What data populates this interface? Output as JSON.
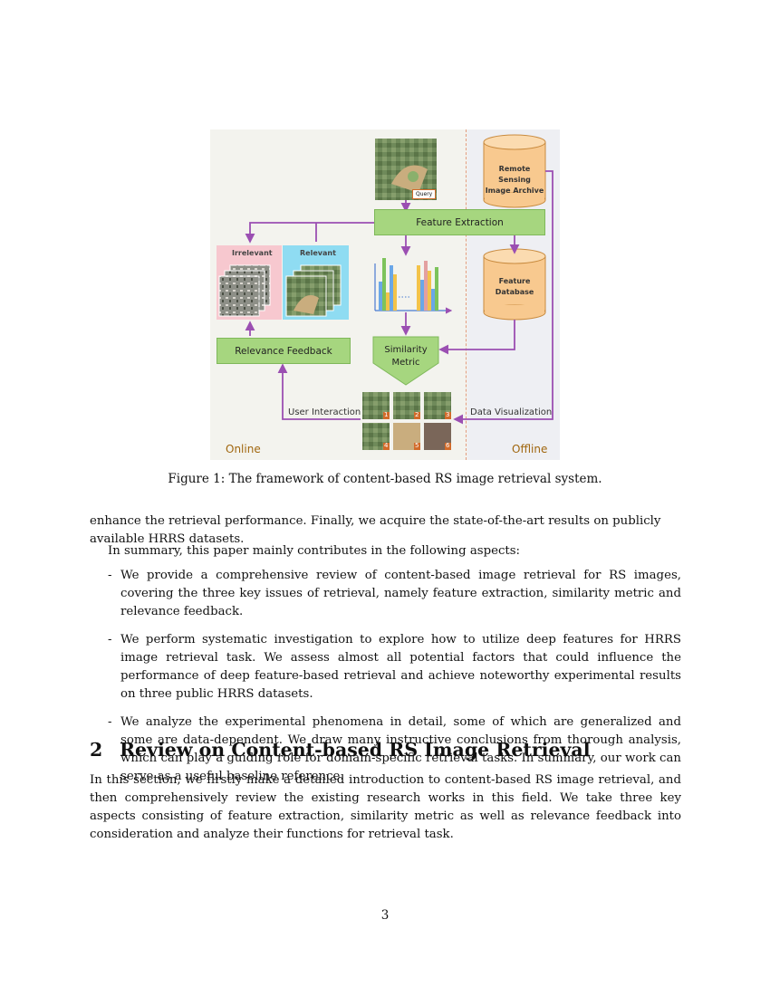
{
  "figure": {
    "query_label": "Query",
    "feature_extraction": "Feature Extraction",
    "irrelevant_label": "Irrelevant",
    "relevant_label": "Relevant",
    "relevance_feedback": "Relevance Feedback",
    "similarity_metric_line1": "Similarity",
    "similarity_metric_line2": "Metric",
    "archive_line1": "Remote Sensing",
    "archive_line2": "Image Archive",
    "feature_db_line1": "Feature",
    "feature_db_line2": "Database",
    "user_interaction": "User Interaction",
    "data_visualization": "Data Visualization",
    "online": "Online",
    "offline": "Offline",
    "result_numbers": [
      "1",
      "2",
      "3",
      "4",
      "5",
      "6"
    ],
    "colors": {
      "arrow": "#9b4fb2",
      "box": "#a6d67f",
      "cylinder": "#f8c98f",
      "irrelevant_bg": "#f7c8cf",
      "relevant_bg": "#8fdcf2",
      "label_gold": "#a0660e"
    }
  },
  "caption": "Figure 1: The framework of content-based RS image retrieval system.",
  "paragraph1": "enhance the retrieval performance. Finally, we acquire the state-of-the-art results on publicly available HRRS datasets.",
  "paragraph2": "In summary, this paper mainly contributes in the following aspects:",
  "bullets": [
    "We provide a comprehensive review of content-based image retrieval for RS images, covering the three key issues of retrieval, namely feature extraction, similarity metric and relevance feedback.",
    "We perform systematic investigation to explore how to utilize deep features for HRRS image retrieval task. We assess almost all potential factors that could influence the performance of deep feature-based retrieval and achieve noteworthy experimental results on three public HRRS datasets.",
    "We analyze the experimental phenomena in detail, some of which are generalized and some are data-dependent. We draw many instructive conclusions from thorough analysis, which can play a guiding role for domain-specific retrieval tasks. In summary, our work can serve as a useful baseline reference."
  ],
  "section": {
    "number": "2",
    "title": "Review on Content-based RS Image Retrieval"
  },
  "paragraph3": "In this section, we firstly make a detailed introduction to content-based RS image retrieval, and then comprehensively review the existing research works in this field. We take three key aspects consisting of feature extraction, similarity metric as well as relevance feedback into consideration and analyze their functions for retrieval task.",
  "page_number": "3"
}
